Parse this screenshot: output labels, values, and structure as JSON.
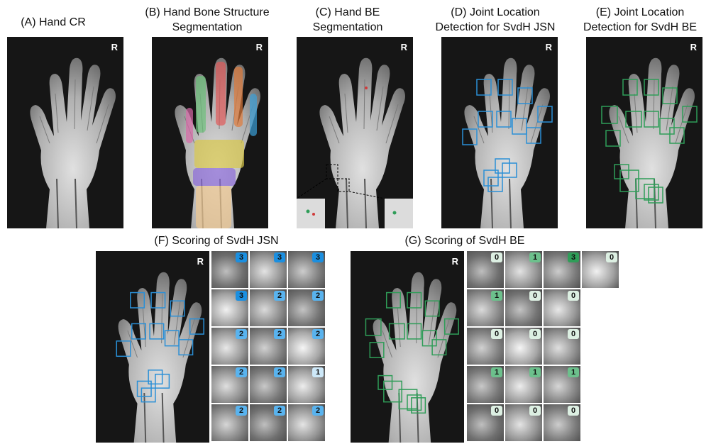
{
  "panels": {
    "A": {
      "caption": "(A) Hand CR",
      "side": "R"
    },
    "B": {
      "caption_1": "(B) Hand Bone Structure",
      "caption_2": "Segmentation",
      "side": "R"
    },
    "C": {
      "caption_1": "(C) Hand BE",
      "caption_2": "Segmentation",
      "side": "R"
    },
    "D": {
      "caption_1": "(D) Joint Location",
      "caption_2": "Detection for SvdH JSN",
      "side": "R"
    },
    "E": {
      "caption_1": "(E) Joint Location",
      "caption_2": "Detection for SvdH BE",
      "side": "R"
    },
    "F": {
      "caption": "(F) Scoring of SvdH JSN",
      "side": "R",
      "scores": [
        "3",
        "3",
        "3",
        "3",
        "2",
        "2",
        "2",
        "2",
        "2",
        "2",
        "2",
        "1",
        "2",
        "2",
        "2"
      ]
    },
    "G": {
      "caption": "(G) Scoring of SvdH BE",
      "side": "R",
      "scores": [
        "0",
        "1",
        "3",
        "0",
        "1",
        "0",
        "0",
        "0",
        "0",
        "0",
        "1",
        "1",
        "1",
        "0",
        "0",
        "0"
      ]
    }
  },
  "colors": {
    "jsn_box": "#2a8fd6",
    "be_box": "#2f9d58",
    "jsn_3": "#1b8fe0",
    "jsn_2": "#59b3ee",
    "jsn_1": "#cde8f8",
    "be_3": "#2f9d58",
    "be_1": "#6cc08c",
    "be_0": "#dcefe2"
  }
}
